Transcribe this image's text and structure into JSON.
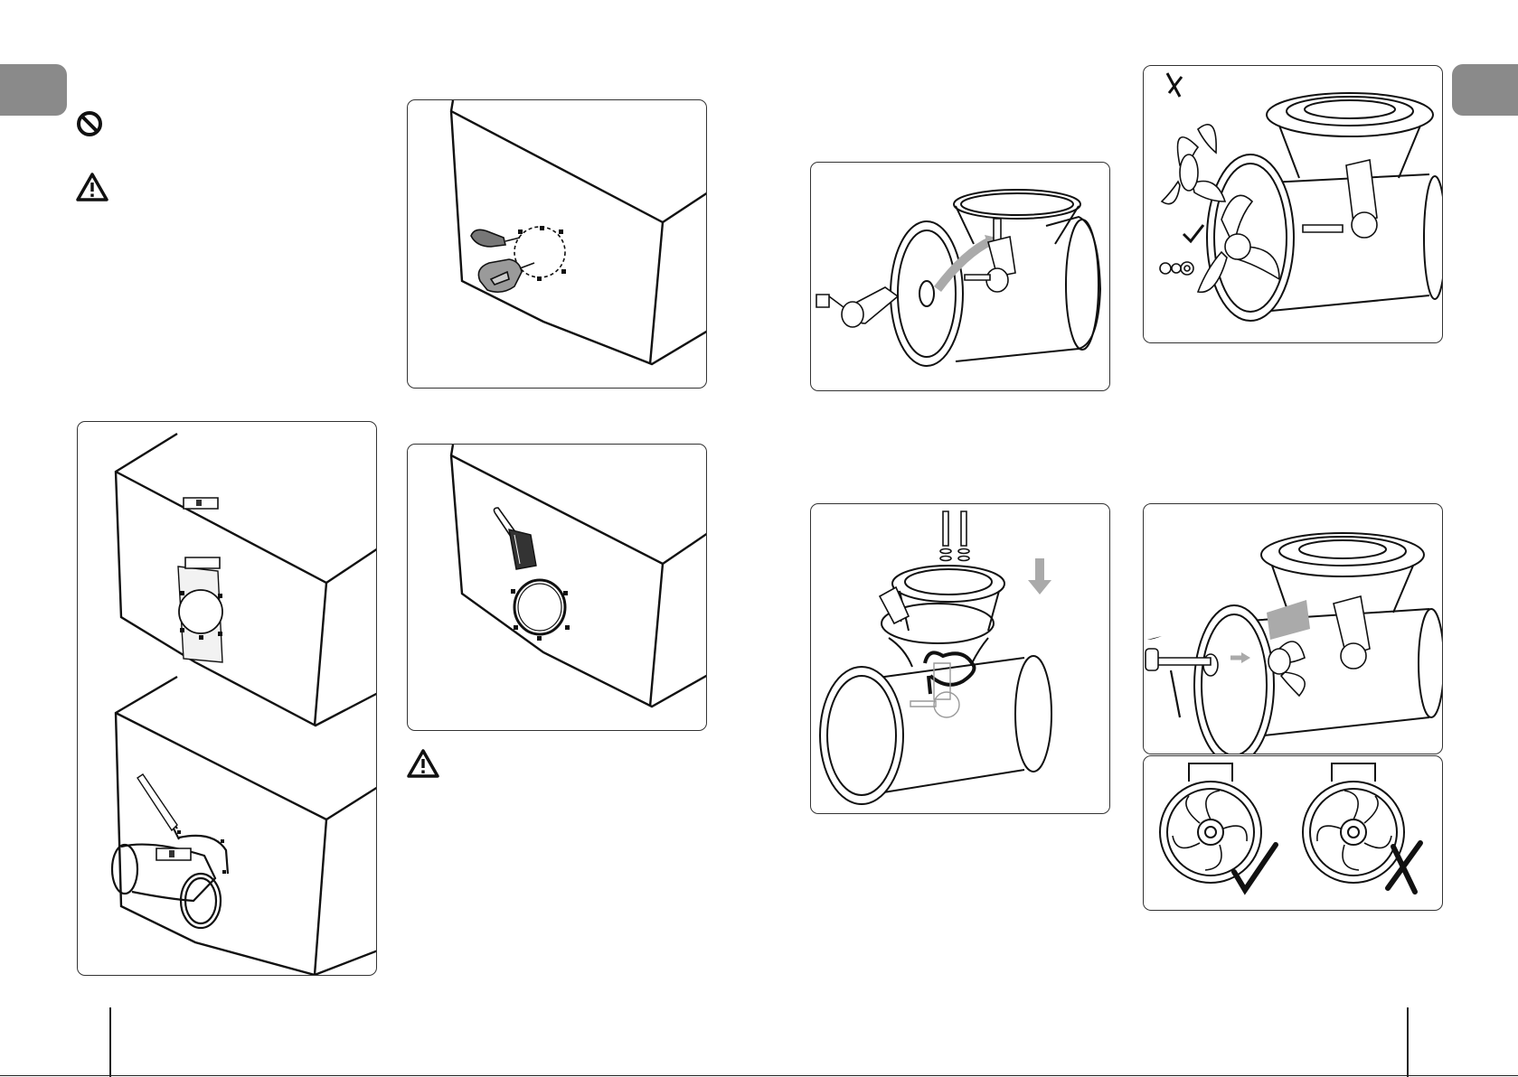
{
  "page": {
    "tabs": [
      "left-section-tab",
      "right-section-tab"
    ],
    "icons": {
      "prohibition": "prohibition-icon",
      "warning": "warning-icon"
    }
  },
  "figures": [
    {
      "id": "drill-hull",
      "desc": "hull-drilling"
    },
    {
      "id": "template-and-tunnel",
      "desc": "template-marking"
    },
    {
      "id": "apply-sealant",
      "desc": "sealant-brush"
    },
    {
      "id": "insert-gearleg",
      "desc": "gearleg-insertion"
    },
    {
      "id": "propeller-orientation",
      "desc": "propeller-orientation"
    },
    {
      "id": "bolt-flange",
      "desc": "flange-bolting"
    },
    {
      "id": "mount-propeller",
      "desc": "propeller-mounting"
    },
    {
      "id": "propeller-check",
      "desc": "propeller-check"
    }
  ],
  "marks": {
    "correct": "check-mark-icon",
    "incorrect": "cross-mark-icon"
  },
  "colors": {
    "tab": "#8a8a8a",
    "line": "#222222"
  }
}
